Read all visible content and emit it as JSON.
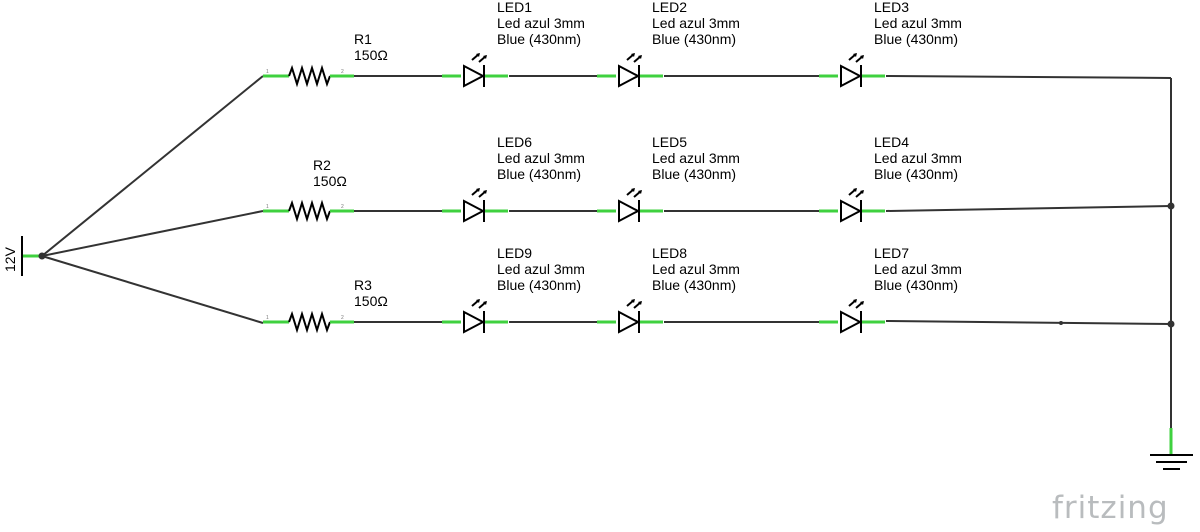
{
  "source": {
    "label": "12V"
  },
  "resistors": [
    {
      "ref": "R1",
      "value": "150Ω"
    },
    {
      "ref": "R2",
      "value": "150Ω"
    },
    {
      "ref": "R3",
      "value": "150Ω"
    }
  ],
  "leds": [
    {
      "ref": "LED1",
      "desc": "Led azul 3mm",
      "color": "Blue (430nm)"
    },
    {
      "ref": "LED2",
      "desc": "Led azul 3mm",
      "color": "Blue (430nm)"
    },
    {
      "ref": "LED3",
      "desc": "Led azul 3mm",
      "color": "Blue (430nm)"
    },
    {
      "ref": "LED6",
      "desc": "Led azul 3mm",
      "color": "Blue (430nm)"
    },
    {
      "ref": "LED5",
      "desc": "Led azul 3mm",
      "color": "Blue (430nm)"
    },
    {
      "ref": "LED4",
      "desc": "Led azul 3mm",
      "color": "Blue (430nm)"
    },
    {
      "ref": "LED9",
      "desc": "Led azul 3mm",
      "color": "Blue (430nm)"
    },
    {
      "ref": "LED8",
      "desc": "Led azul 3mm",
      "color": "Blue (430nm)"
    },
    {
      "ref": "LED7",
      "desc": "Led azul 3mm",
      "color": "Blue (430nm)"
    }
  ],
  "colors": {
    "wire": "#333333",
    "pin": "#3fd13f",
    "brand": "#b9bcbe"
  },
  "brand": "fritzing"
}
